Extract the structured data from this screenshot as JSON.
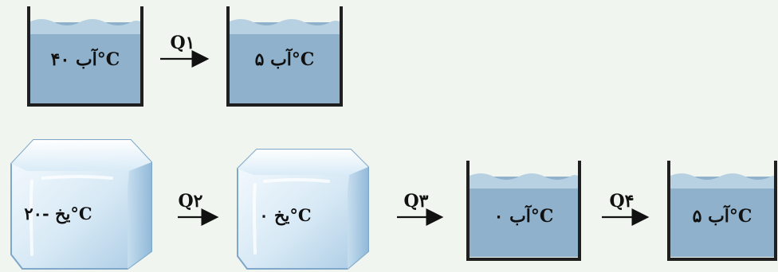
{
  "colors": {
    "background": "#f1f5ef",
    "water": "#8fb1cb",
    "water_wave": "#b7d1e2",
    "container_wall": "#1f1f1f",
    "ice_light": "#eef6fb",
    "ice_mid": "#cfe3f0",
    "ice_dark": "#8db7d8",
    "ice_edge": "#6f9fc4",
    "text": "#111111"
  },
  "top_row": {
    "left_beaker": {
      "label": "آب ۴۰°C"
    },
    "arrow": {
      "label": "Q۱"
    },
    "right_beaker": {
      "label": "آب ۵°C"
    }
  },
  "bottom_row": {
    "ice_1": {
      "label": "یخ -۲۰°C"
    },
    "arrow_1": {
      "label": "Q۲"
    },
    "ice_2": {
      "label": "یخ ۰°C"
    },
    "arrow_2": {
      "label": "Q۳"
    },
    "beaker_1": {
      "label": "آب ۰°C"
    },
    "arrow_3": {
      "label": "Q۴"
    },
    "beaker_2": {
      "label": "آب ۵°C"
    }
  }
}
